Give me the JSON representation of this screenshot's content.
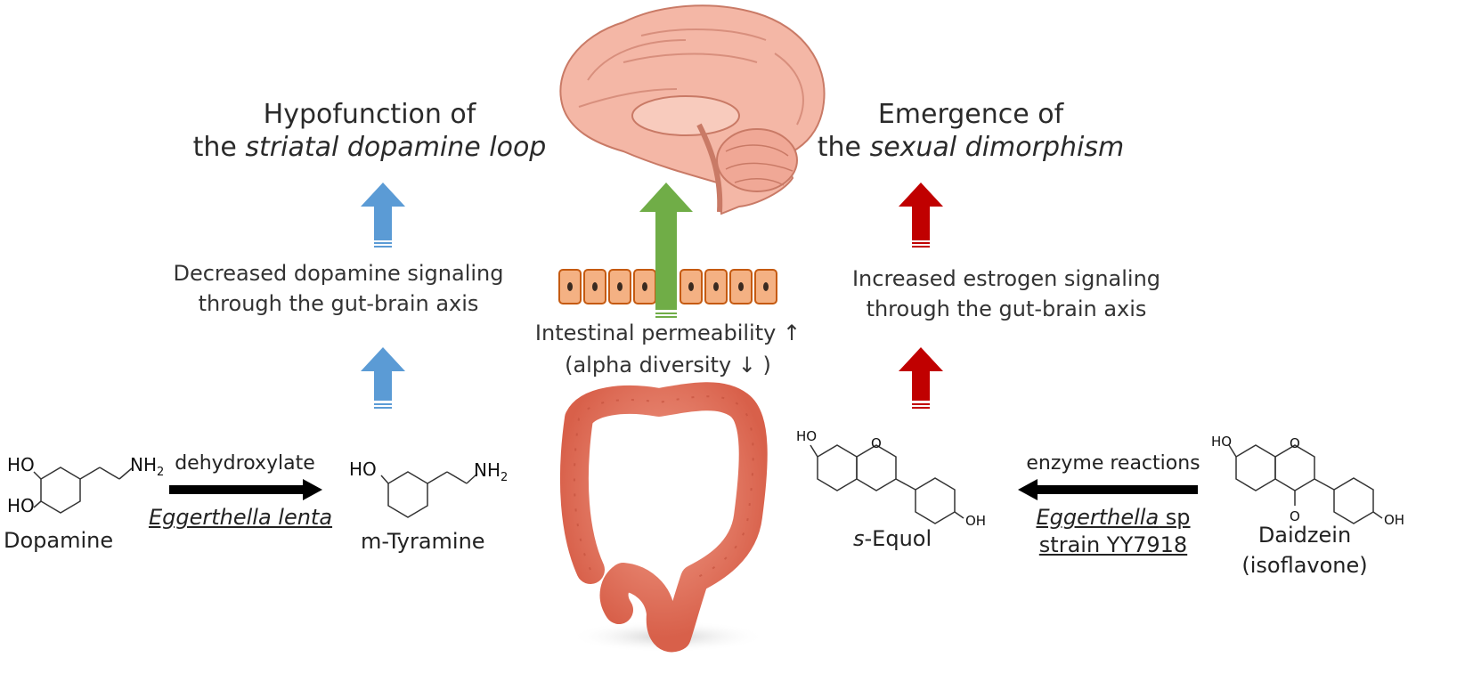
{
  "left": {
    "title_line1": "Hypofunction of",
    "title_line2_prefix": "the ",
    "title_line2_italic": "striatal dopamine loop",
    "signal_line1": "Decreased dopamine signaling",
    "signal_line2": "through the gut-brain axis",
    "arrow_top": "dehydroxylate",
    "arrow_bottom": "Eggerthella lenta",
    "substrate": "Dopamine",
    "product": "m-Tyramine",
    "mol_labels": {
      "ho1": "HO",
      "ho2": "HO",
      "nh2a": "NH",
      "sub2a": "2",
      "ho3": "HO",
      "nh2b": "NH",
      "sub2b": "2"
    }
  },
  "center": {
    "permeability": "Intestinal permeability ↑",
    "diversity": "(alpha diversity ↓ )"
  },
  "right": {
    "title_line1": "Emergence of",
    "title_line2_prefix": "the ",
    "title_line2_italic": "sexual dimorphism",
    "signal_line1": "Increased estrogen signaling",
    "signal_line2": "through the gut-brain axis",
    "arrow_top": "enzyme reactions",
    "arrow_bottom_italic": "Eggerthella",
    "arrow_bottom_rest": " sp",
    "arrow_bottom_line2": " strain YY7918",
    "product_prefix_italic": "s",
    "product_rest": "-Equol",
    "substrate_line1": "Daidzein",
    "substrate_line2": "(isoflavone)",
    "mol_labels": {
      "ho1": "HO",
      "oh1": "OH",
      "o1": "O",
      "ho2": "HO",
      "o2": "O",
      "o3": "O",
      "oh2": "OH"
    }
  },
  "colors": {
    "blue_arrow": "#5b9bd5",
    "red_arrow": "#c00000",
    "green_arrow": "#70ad47",
    "cell_fill": "#f4b183",
    "cell_stroke": "#c55a11",
    "colon": "#e0735e",
    "brain": "#f4b7a6"
  }
}
